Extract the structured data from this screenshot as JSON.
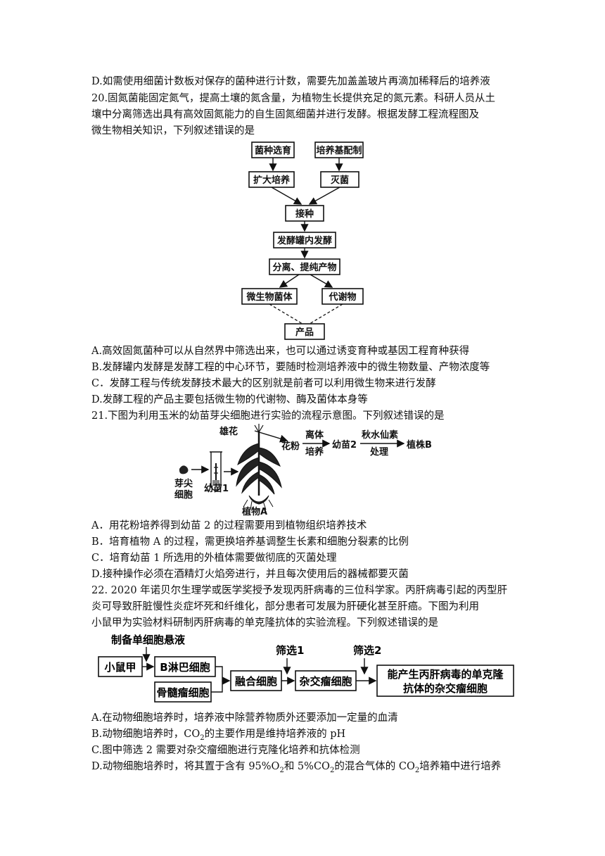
{
  "top_option_d": "D.如需使用细菌计数板对保存的菌种进行计数，需要先加盖盖玻片再滴加稀释后的培养液",
  "q20": {
    "stem": [
      "20.固氮菌能固定氮气，提高土壤的氮含量，为植物生长提供充足的氮元素。科研人员从土",
      "壤中分离筛选出具有高效固氮能力的自生固氮细菌并进行发酵。根据发酵工程流程图及",
      "微生物相关知识，下列叙述错误的是"
    ],
    "flow": {
      "strain": "菌种选育",
      "medium": "培养基配制",
      "expand": "扩大培养",
      "sterilize": "灭菌",
      "inoculate": "接种",
      "ferment": "发酵罐内发酵",
      "separate": "分离、提纯产物",
      "cells": "微生物菌体",
      "metabolite": "代谢物",
      "product": "产品"
    },
    "options": [
      "A.高效固氮菌种可以从自然界中筛选出来，也可以通过诱变育种或基因工程育种获得",
      "B.发酵罐内发酵是发酵工程的中心环节，要随时检测培养液中的微生物数量、产物浓度等",
      "C．发酵工程与传统发酵技术最大的区别就是前者可以利用微生物来进行发酵",
      "D.发酵工程的产品主要包括微生物的代谢物、酶及菌体本身等"
    ]
  },
  "q21": {
    "stem": "21.下图为利用玉米的幼苗芽尖细胞进行实验的流程示意图。下列叙述错误的是",
    "diagram": {
      "male_flower": "雄花",
      "pollen": "花粉",
      "culture_top": "离体",
      "culture_bottom": "培养",
      "seedling2": "幼苗2",
      "colch_top": "秋水仙素",
      "colch_bottom": "处理",
      "plantB": "植株B",
      "bud_top": "芽尖",
      "bud_bottom": "细胞",
      "seedling1": "幼苗1",
      "plantA": "植物A"
    },
    "options": [
      "A．用花粉培养得到幼苗 2 的过程需要用到植物组织培养技术",
      "B．培育植物 A 的过程，需更换培养基调整生长素和细胞分裂素的比例",
      "C．培育幼苗 1 所选用的外植体需要做彻底的灭菌处理",
      "D.接种操作必须在酒精灯火焰旁进行，并且每次使用后的器械都要灭菌"
    ]
  },
  "q22": {
    "stem": [
      "22. 2020 年诺贝尔生理学或医学奖授予发现丙肝病毒的三位科学家。丙肝病毒引起的丙型肝",
      "炎可导致肝脏慢性炎症坏死和纤维化，部分患者可发展为肝硬化甚至肝癌。下图为利用",
      "小鼠甲为实验材料研制丙肝病毒的单克隆抗体的实验流程。下列叙述错误的是"
    ],
    "flow": {
      "prep": "制备单细胞悬液",
      "mouse": "小鼠甲",
      "bcell": "B淋巴细胞",
      "myeloma": "骨髓瘤细胞",
      "fused": "融合细胞",
      "screen1": "筛选1",
      "hybridoma": "杂交瘤细胞",
      "screen2": "筛选2",
      "final_line1": "能产生丙肝病毒的单克隆",
      "final_line2": "抗体的杂交瘤细胞"
    },
    "options": {
      "a": "A.在动物细胞培养时，培养液中除营养物质外还要添加一定量的血清",
      "b_pre": "B.动物细胞培养时，CO",
      "b_sub": "2",
      "b_post": "的主要作用是维持培养液的 pH",
      "c": "C.图中筛选 2 需要对杂交瘤细胞进行克隆化培养和抗体检测",
      "d_1": "D.动物细胞培养时，将其置于含有 95%O",
      "d_sub1": "2",
      "d_2": "和 5%CO",
      "d_sub2": "2",
      "d_3": "的混合气体的 CO",
      "d_sub3": "2",
      "d_4": "培养箱中进行培养"
    }
  }
}
